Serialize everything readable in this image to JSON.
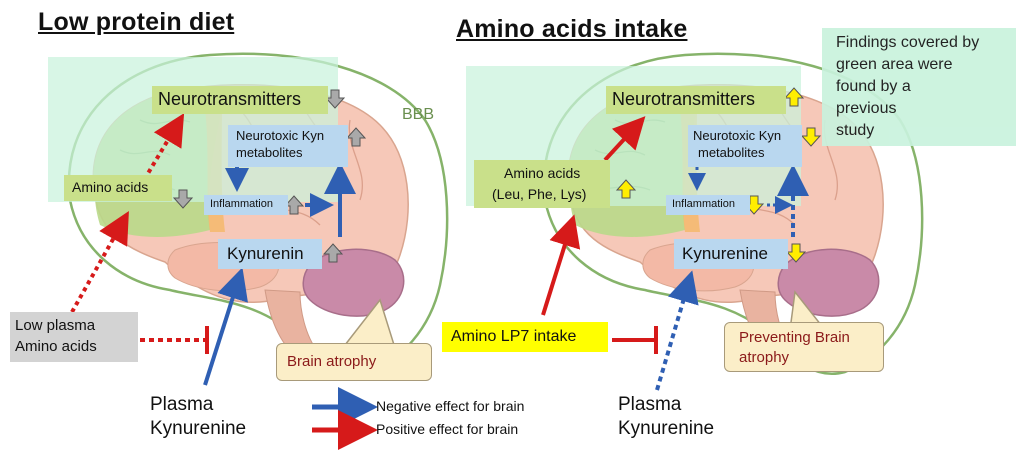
{
  "left": {
    "title": "Low protein diet",
    "neurotransmitters": "Neurotransmitters",
    "neurotoxic_line1": "Neurotoxic Kyn",
    "neurotoxic_line2": "metabolites",
    "amino_acids": "Amino acids",
    "inflammation": "Inflammation",
    "kynurenin": "Kynurenin",
    "bbb": "BBB",
    "low_plasma_line1": "Low plasma",
    "low_plasma_line2": "Amino acids",
    "brain_atrophy": "Brain atrophy",
    "plasma_line1": "Plasma",
    "plasma_line2": "Kynurenine"
  },
  "right": {
    "title": "Amino acids intake",
    "neurotransmitters": "Neurotransmitters",
    "neurotoxic_line1": "Neurotoxic Kyn",
    "neurotoxic_line2": "metabolites",
    "amino_acids_line1": "Amino acids",
    "amino_acids_line2": "(Leu, Phe, Lys)",
    "inflammation": "Inflammation",
    "kynurenine": "Kynurenine",
    "amino_lp7": "Amino LP7 intake",
    "preventing_line1": "Preventing Brain",
    "preventing_line2": "atrophy",
    "plasma_line1": "Plasma",
    "plasma_line2": "Kynurenine",
    "note_line1": "Findings covered by",
    "note_line2": "green area  were",
    "note_line3": "found by a",
    "note_line4": "previous",
    "note_line5": "study"
  },
  "legend": {
    "negative": "Negative effect for brain",
    "positive": "Positive effect for brain"
  },
  "colors": {
    "blue_arrow": "#2f5fb3",
    "red_arrow": "#d61a1a",
    "brain_pink": "#f6c8b8",
    "green_area": "#c9f2dd",
    "outline": "#86b36a",
    "yellow_arrow": "#ffee00",
    "gray_arrow": "#a9a9a9"
  }
}
